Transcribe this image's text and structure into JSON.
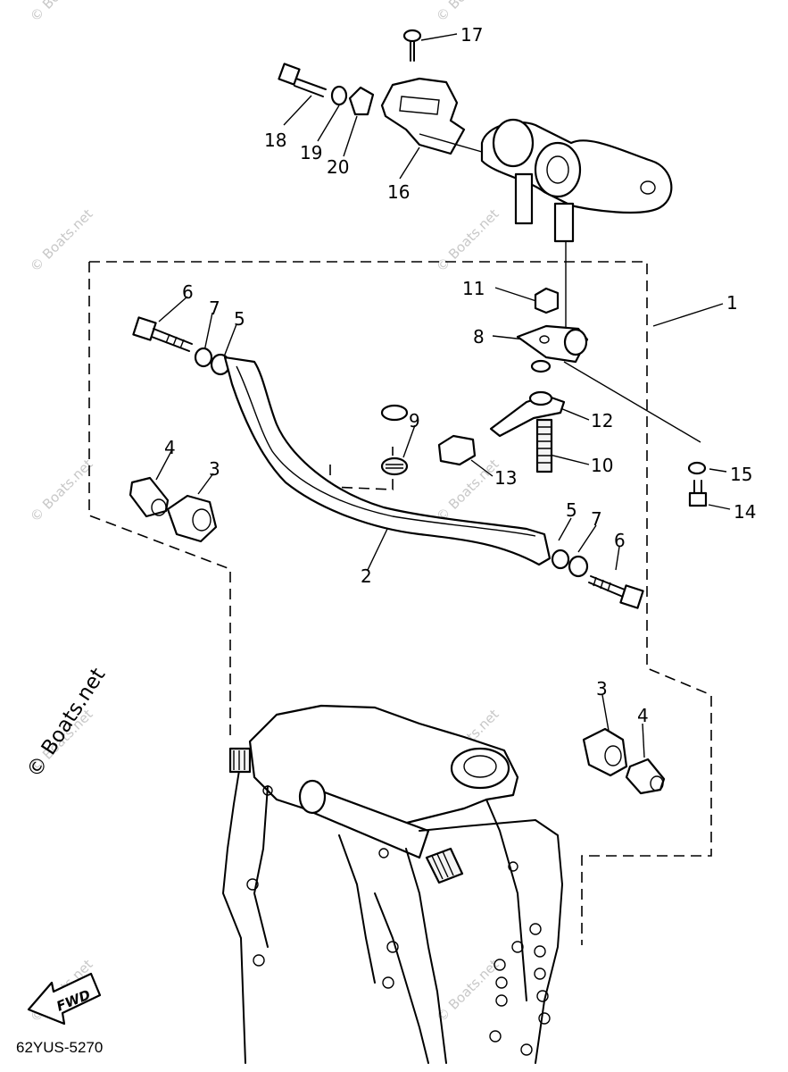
{
  "callouts": {
    "c1": "1",
    "c2": "2",
    "c3a": "3",
    "c3b": "3",
    "c4a": "4",
    "c4b": "4",
    "c5a": "5",
    "c5b": "5",
    "c6a": "6",
    "c6b": "6",
    "c7a": "7",
    "c7b": "7",
    "c8": "8",
    "c9": "9",
    "c10": "10",
    "c11": "11",
    "c12": "12",
    "c13": "13",
    "c14": "14",
    "c15": "15",
    "c16": "16",
    "c17": "17",
    "c18": "18",
    "c19": "19",
    "c20": "20"
  },
  "watermark": {
    "main": "© Boats.net",
    "small": "© Boats.net"
  },
  "diagram_code": "62YUS-5270",
  "fwd_label": "FWD"
}
